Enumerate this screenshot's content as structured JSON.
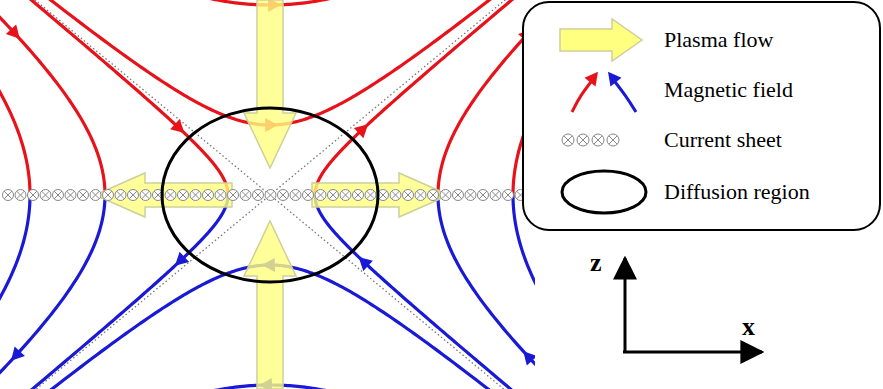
{
  "diagram": {
    "labels": [
      "z",
      "x"
    ],
    "legend": [
      {
        "text": "Plasma flow"
      },
      {
        "text": "Magnetic field"
      },
      {
        "text": "Current sheet"
      },
      {
        "text": "Diffusion region"
      }
    ]
  }
}
